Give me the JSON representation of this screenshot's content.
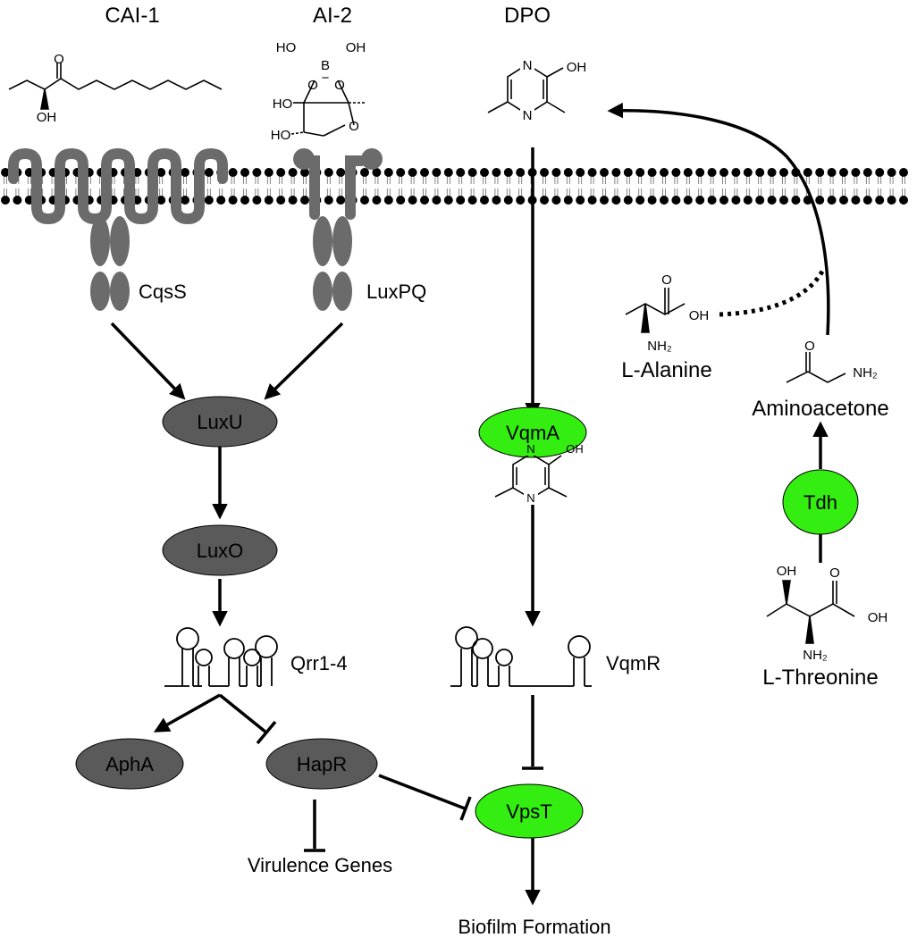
{
  "signals": {
    "cai1": "CAI-1",
    "ai2": "AI-2",
    "dpo": "DPO"
  },
  "receptors": {
    "cqss": "CqsS",
    "luxpq": "LuxPQ"
  },
  "nodes": {
    "luxu": "LuxU",
    "luxo": "LuxO",
    "qrr": "Qrr1-4",
    "apha": "AphA",
    "hapr": "HapR",
    "virulence": "Virulence Genes",
    "vqma": "VqmA",
    "vqmr": "VqmR",
    "vpst": "VpsT",
    "biofilm": "Biofilm Formation",
    "tdh": "Tdh"
  },
  "molecules": {
    "l_alanine": "L-Alanine",
    "aminoacetone": "Aminoacetone",
    "l_threonine": "L-Threonine"
  },
  "atoms": {
    "O": "O",
    "OH": "OH",
    "HO": "HO",
    "B": "B",
    "N": "N",
    "NH2": "NH₂",
    "minus": "−"
  },
  "colors": {
    "gray_node": "#5a5a5a",
    "green_node": "#33ee10",
    "receptor": "#6b6b6b",
    "lipid": "#000000"
  }
}
